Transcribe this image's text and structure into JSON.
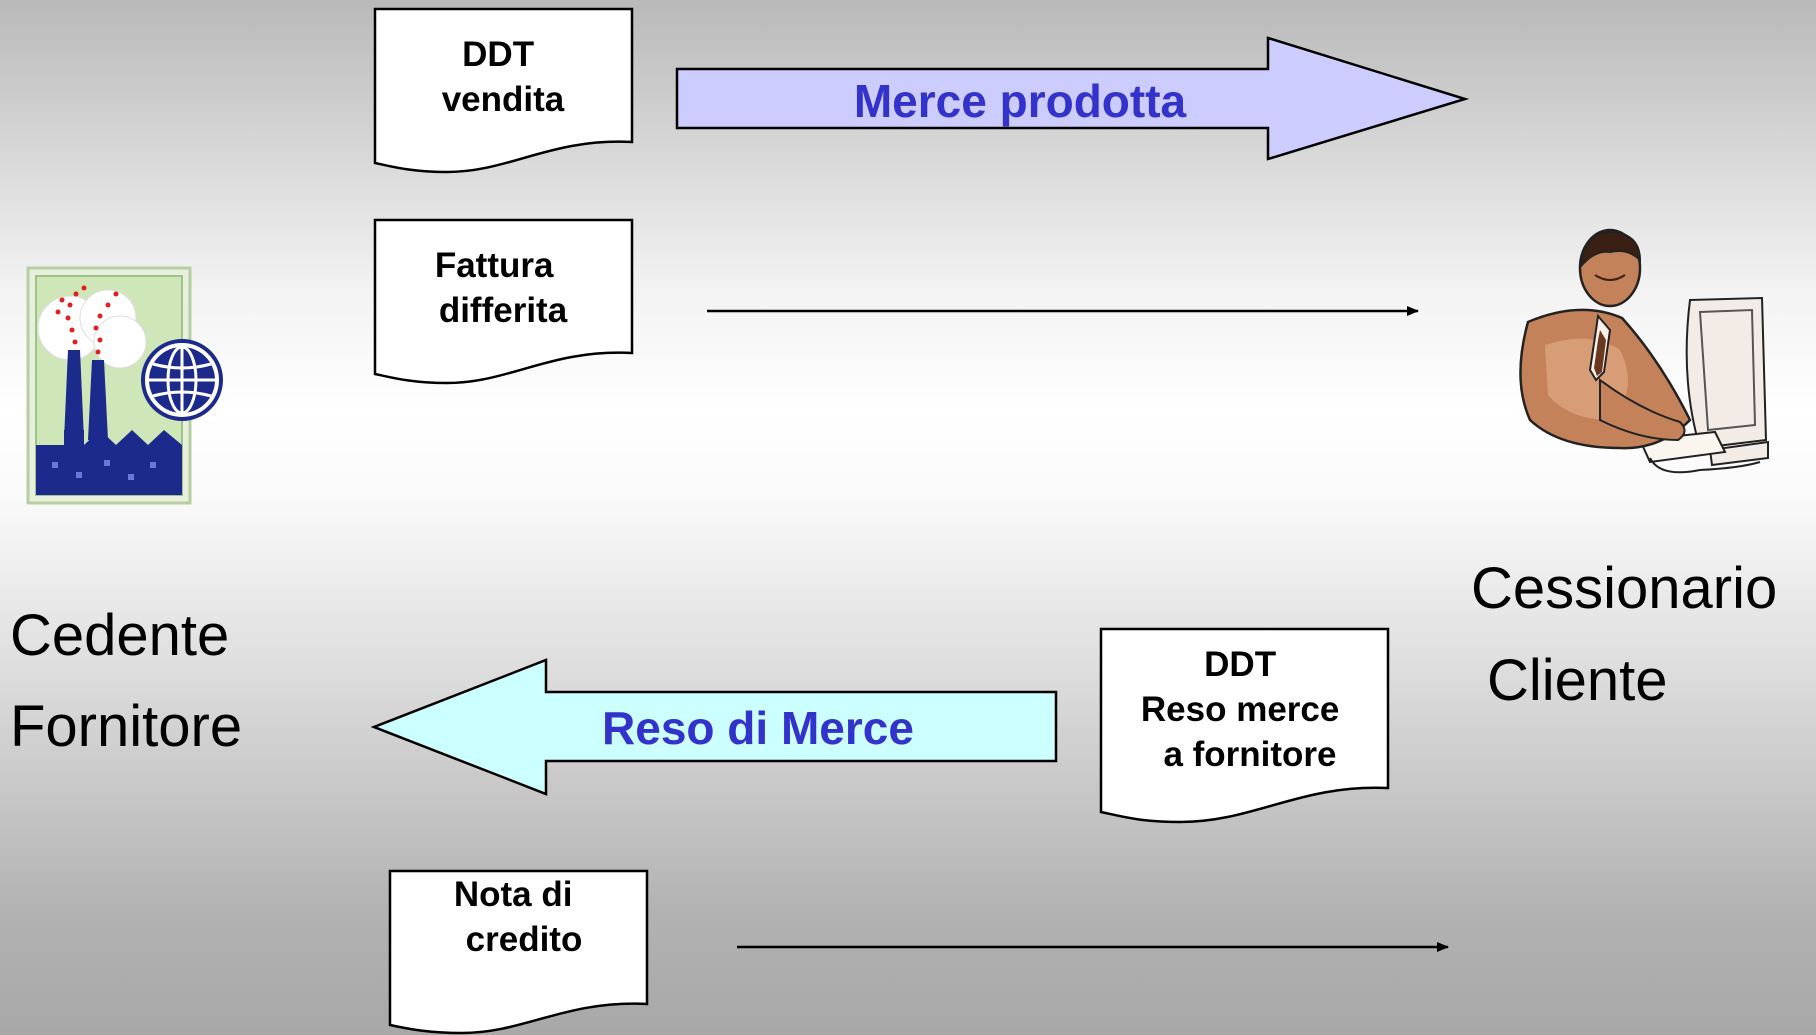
{
  "documents": {
    "ddt_vendita": {
      "lines": [
        "DDT",
        "vendita"
      ]
    },
    "fattura_differita": {
      "lines": [
        "Fattura",
        "differita"
      ]
    },
    "ddt_reso": {
      "lines": [
        "DDT",
        "Reso merce",
        "a fornitore"
      ]
    },
    "nota_credito": {
      "lines": [
        "Nota di",
        "credito"
      ]
    }
  },
  "flows": {
    "merce_prodotta": {
      "label": "Merce prodotta",
      "fill": "#ccccff",
      "text_color": "#3333cc"
    },
    "reso_merce": {
      "label": "Reso di Merce",
      "fill": "#ccffff",
      "text_color": "#3333cc"
    }
  },
  "parties": {
    "cedente": {
      "lines": [
        "Cedente",
        "Fornitore"
      ]
    },
    "cessionario": {
      "lines": [
        "Cessionario",
        "Cliente"
      ]
    }
  },
  "icons": {
    "cedente": "factory-globe-icon",
    "cessionario": "person-at-computer-icon"
  }
}
